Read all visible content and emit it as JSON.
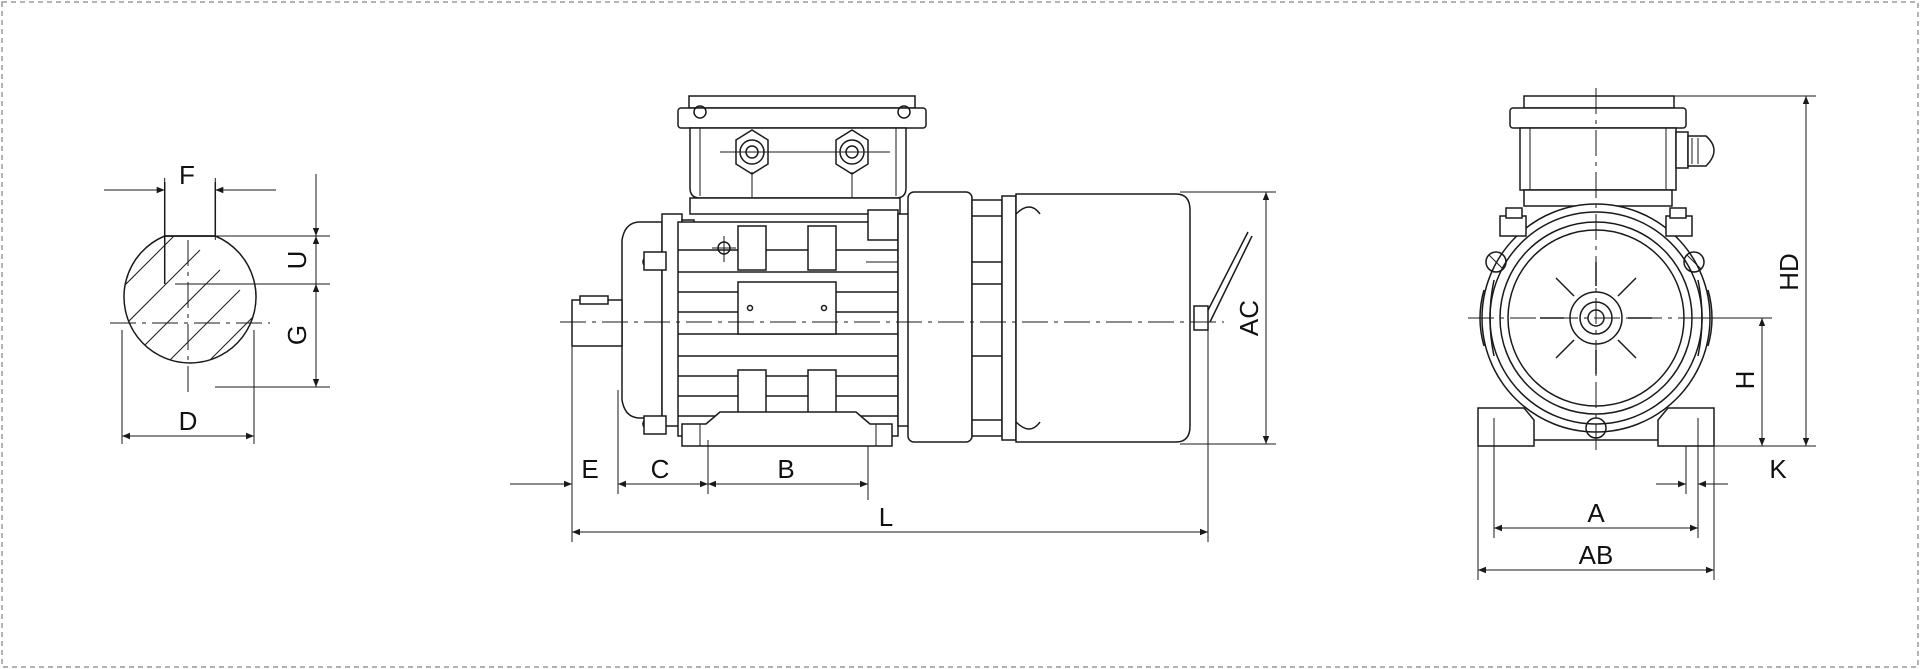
{
  "colors": {
    "line": "#1a1a1a",
    "frame": "#9a9a9a",
    "background": "#ffffff"
  },
  "shaft_view": {
    "labels": {
      "F": "F",
      "U": "U",
      "G": "G",
      "D": "D"
    }
  },
  "side_view": {
    "labels": {
      "E": "E",
      "C": "C",
      "B": "B",
      "L": "L",
      "AC": "AC"
    }
  },
  "end_view": {
    "labels": {
      "HD": "HD",
      "H": "H",
      "K": "K",
      "A": "A",
      "AB": "AB"
    }
  }
}
